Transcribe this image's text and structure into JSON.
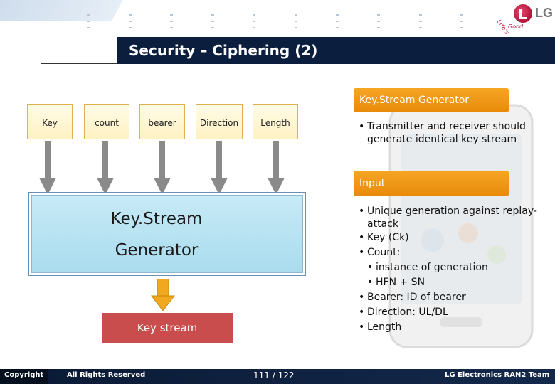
{
  "slide": {
    "title": "Security – Ciphering (2)"
  },
  "inputs": [
    "Key",
    "count",
    "bearer",
    "Direction",
    "Length"
  ],
  "generator": {
    "line1": "Key.Stream",
    "line2": "Generator"
  },
  "output": {
    "label": "Key stream"
  },
  "panel_generator": {
    "label": "Key.Stream Generator",
    "bullets": [
      "Transmitter and receiver should generate identical key stream"
    ]
  },
  "panel_input": {
    "label": "Input",
    "bullets": [
      {
        "text": "Unique generation against replay-attack",
        "level": 1
      },
      {
        "text": "Key (Ck)",
        "level": 1
      },
      {
        "text": "Count:",
        "level": 1
      },
      {
        "text": "instance of generation",
        "level": 2
      },
      {
        "text": "HFN + SN",
        "level": 2
      },
      {
        "text": "Bearer: ID of bearer",
        "level": 1
      },
      {
        "text": "Direction: UL/DL",
        "level": 1
      },
      {
        "text": "Length",
        "level": 1
      }
    ]
  },
  "footer": {
    "copyright": "Copyright",
    "rights": "All Rights Reserved",
    "page": "111 / 122",
    "team": "LG Electronics RAN2 Team"
  },
  "logo": {
    "brand": "LG",
    "tagline_a": "Life's",
    "tagline_b": "Good"
  },
  "colors": {
    "title_bar": "#0c1e3d",
    "label_orange": "#f29a18",
    "keystream_red": "#c94d4d",
    "generator_blue": "#b4e0f1",
    "input_yellow": "#fff3c9",
    "arrow_gray": "#8a8a8a",
    "arrow_orange": "#f0a820",
    "footer": "#0a1a35"
  }
}
